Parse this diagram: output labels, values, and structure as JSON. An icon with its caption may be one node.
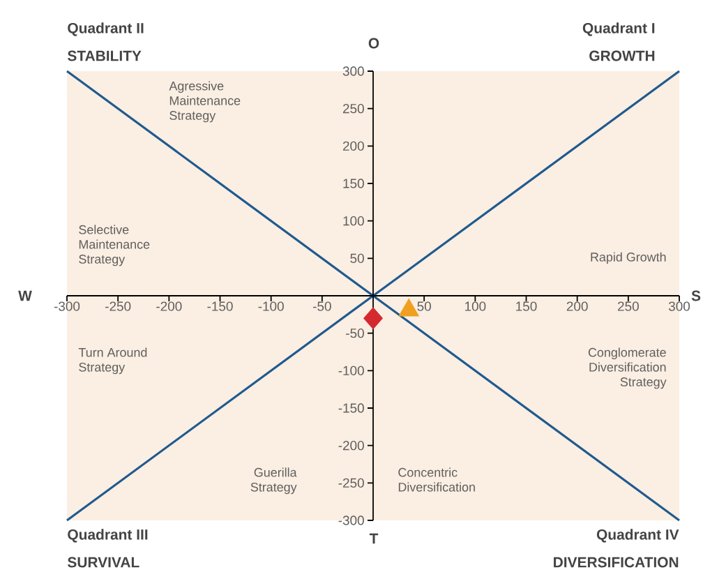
{
  "diagram": {
    "labels": [
      "Quadrant II",
      "STABILITY",
      "O",
      "Quadrant I",
      "GROWTH",
      "Agressive Maintenance Strategy",
      "Selective Maintenance Strategy",
      "Rapid Growth",
      "W",
      "S",
      "Turn Around Strategy",
      "Conglomerate Diversification Strategy",
      "Guerilla Strategy",
      "Concentric Diversification",
      "Quadrant III",
      "T",
      "Quadrant IV",
      "SURVIVAL",
      "DIVERSIFICATION"
    ],
    "chart_data": {
      "type": "line",
      "xlim": [
        -300,
        300
      ],
      "ylim": [
        -300,
        300
      ],
      "xticks": [
        -300,
        -250,
        -200,
        -150,
        -100,
        -50,
        50,
        100,
        150,
        200,
        250,
        300
      ],
      "yticks": [
        -300,
        -250,
        -200,
        -150,
        -100,
        -50,
        50,
        100,
        150,
        200,
        250,
        300
      ],
      "x": [
        -300,
        0,
        35,
        300
      ],
      "series": [
        {
          "color": "#1f5a8f",
          "values": [
            -300,
            0,
            35,
            300
          ]
        },
        {
          "color": "#1f5a8f",
          "values": [
            300,
            0,
            -35,
            -300
          ]
        },
        {
          "color": "#d42a2f",
          "marker": "diamond",
          "values": [
            null,
            -30,
            null,
            null
          ]
        },
        {
          "color": "#f0a020",
          "marker": "triangle",
          "values": [
            null,
            null,
            -20,
            null
          ]
        }
      ]
    }
  }
}
